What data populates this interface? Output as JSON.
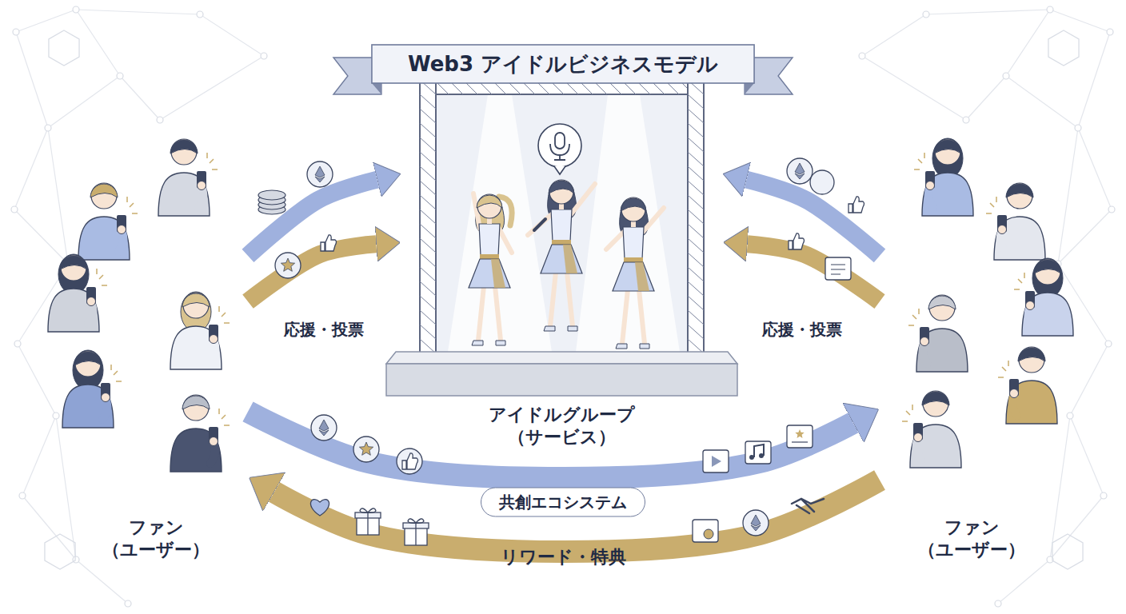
{
  "diagram": {
    "title": "Web3 アイドルビジネスモデル",
    "nodes": [
      {
        "text": [
          "ファン （ユーザー）"
        ]
      },
      {
        "text": [
          "アイドルグループ （サービス）"
        ]
      },
      {
        "text": [
          "ファン （ユーザー）"
        ]
      }
    ],
    "edges": [
      {
        "from": 0,
        "to": 1,
        "arrow": "to"
      },
      {
        "from": 0,
        "to": 1,
        "arrow": "to",
        "label": "応援・投票"
      },
      {
        "from": 2,
        "to": 1,
        "arrow": "to"
      },
      {
        "from": 2,
        "to": 1,
        "arrow": "to",
        "label": "応援・投票"
      },
      {
        "from": 0,
        "to": 2,
        "arrow": "to",
        "label": "共創エコシステム"
      },
      {
        "from": 2,
        "to": 0,
        "arrow": "to",
        "label": "リワード・特典"
      }
    ]
  }
}
